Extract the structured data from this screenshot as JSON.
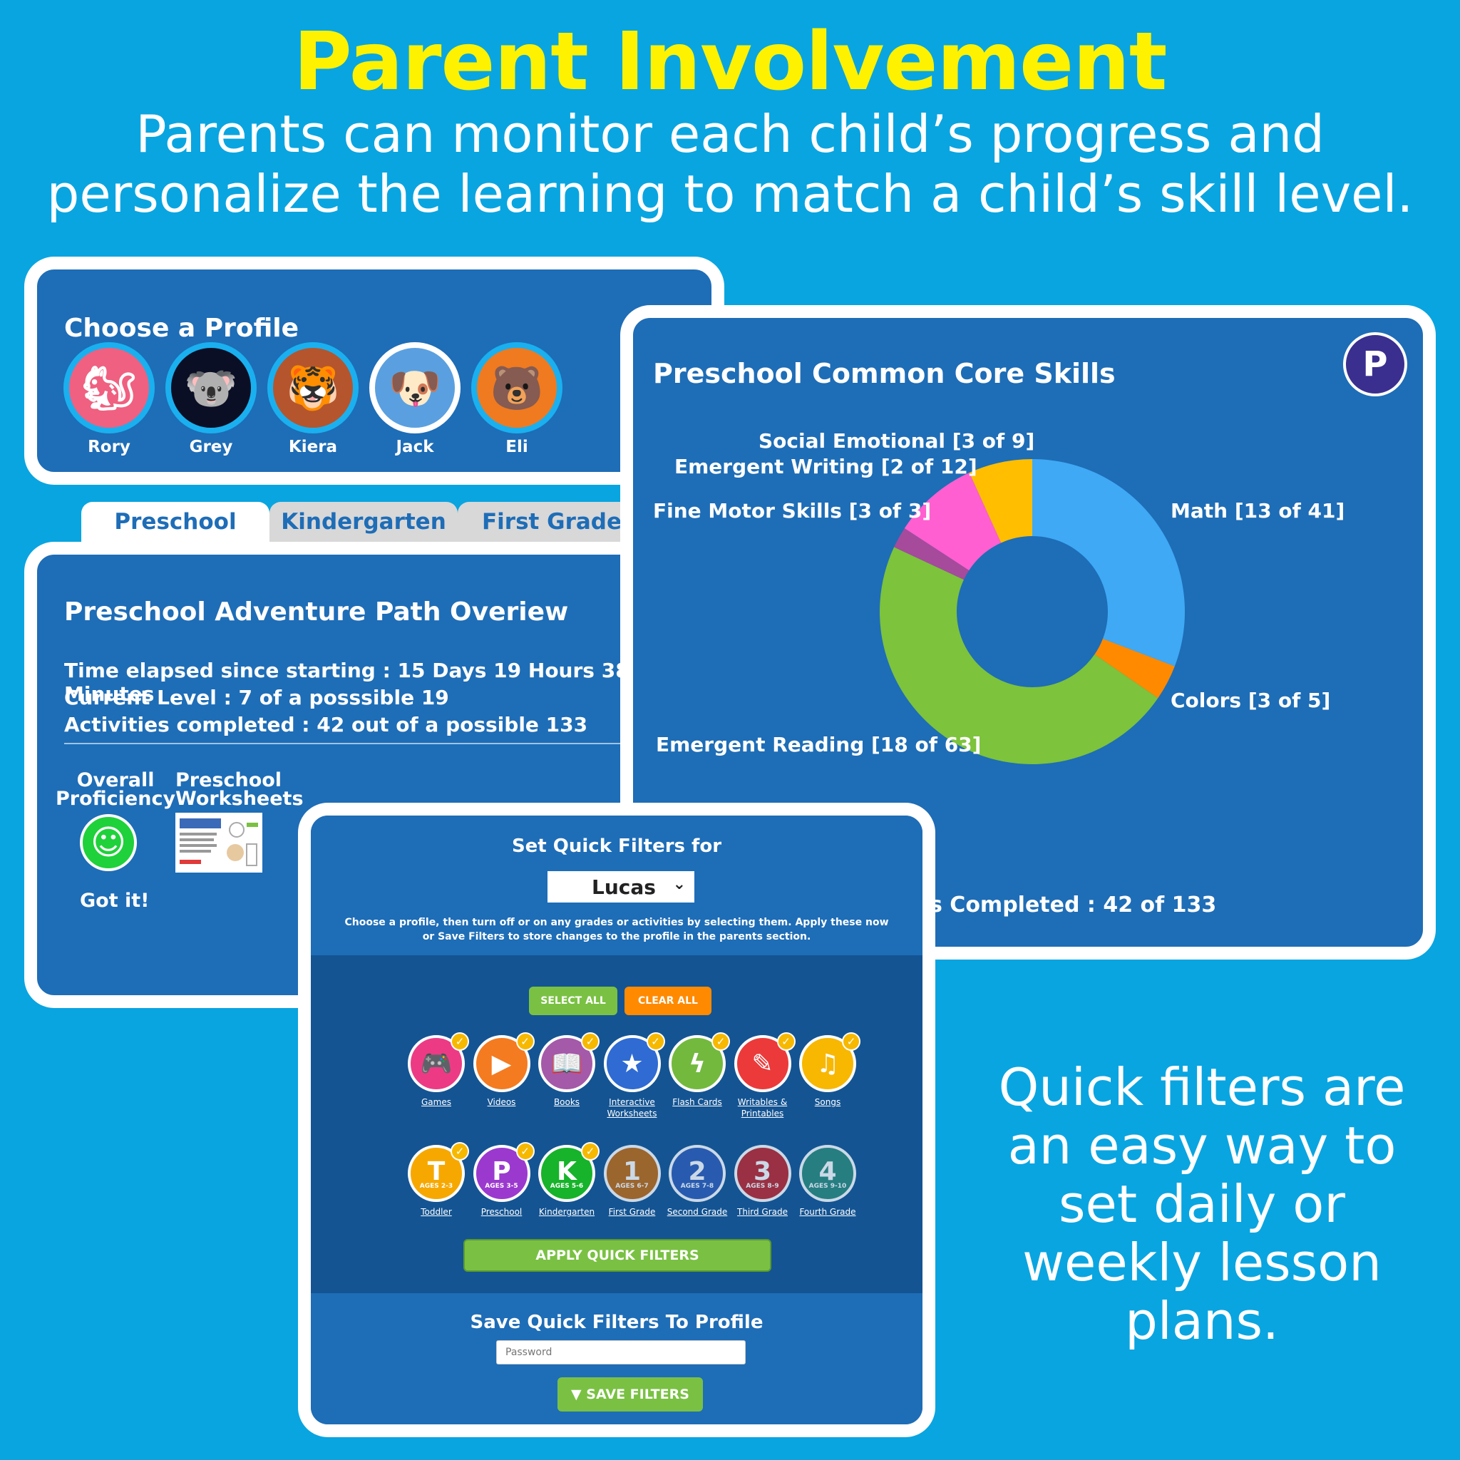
{
  "header": {
    "title": "Parent Involvement",
    "subtitle_line1": "Parents can monitor each child’s progress and",
    "subtitle_line2": "personalize the learning to match a child’s skill level."
  },
  "profiles": {
    "title": "Choose a Profile",
    "items": [
      {
        "name": "Rory",
        "color": "#f06080",
        "glyph": "🐿"
      },
      {
        "name": "Grey",
        "color": "#0b0f25",
        "glyph": "🐨"
      },
      {
        "name": "Kiera",
        "color": "#b5552e",
        "glyph": "🐯"
      },
      {
        "name": "Jack",
        "color": "#5aa0e0",
        "glyph": "🐶"
      },
      {
        "name": "Eli",
        "color": "#f07a20",
        "glyph": "🐻"
      }
    ]
  },
  "tabs": [
    {
      "label": "Preschool",
      "active": true
    },
    {
      "label": "Kindergarten",
      "active": false
    },
    {
      "label": "First Grade",
      "active": false
    }
  ],
  "overview": {
    "title": "Preschool Adventure Path Overiew",
    "time_elapsed": "Time elapsed since starting : 15 Days 19 Hours 38 Minutes",
    "current_level": "Current Level : 7 of a posssible 19",
    "activities": "Activities completed : 42 out of a possible 133",
    "proficiency_head_1": "Overall",
    "proficiency_head_2": "Proficiency",
    "worksheets_head_1": "Preschool",
    "worksheets_head_2": "Worksheets",
    "proficiency_value": "Got it!",
    "smile_glyph": "☺"
  },
  "skills": {
    "title": "Preschool Common Core Skills",
    "logo_letter": "P",
    "completed_partial": "s Completed : 42 of 133"
  },
  "chart_data": {
    "type": "pie",
    "title": "Preschool Common Core Skills",
    "series": [
      {
        "name": "Math [13 of 41]",
        "value": 41,
        "color": "#3fa9f5"
      },
      {
        "name": "Colors [3 of 5]",
        "value": 5,
        "color": "#ff8a00"
      },
      {
        "name": "Emergent Reading [18 of 63]",
        "value": 63,
        "color": "#7dc33b"
      },
      {
        "name": "Fine Motor Skills [3 of 3]",
        "value": 3,
        "color": "#a64a9c"
      },
      {
        "name": "Emergent Writing [2 of 12]",
        "value": 12,
        "color": "#ff5fd0"
      },
      {
        "name": "Social Emotional [3 of 9]",
        "value": 9,
        "color": "#ffbe00"
      }
    ],
    "donut": true
  },
  "filters": {
    "title": "Set Quick Filters for",
    "selected_profile": "Lucas",
    "chevron": "⌄",
    "help_line1": "Choose a profile, then turn off or on any grades or activities by selecting them. Apply these now",
    "help_line2": "or Save Filters to store changes to the profile in the parents section.",
    "select_all": "SELECT ALL",
    "clear_all": "CLEAR ALL",
    "activities": [
      {
        "label": "Games",
        "label2": "",
        "glyph": "🎮",
        "color": "#ec3b84",
        "checked": true
      },
      {
        "label": "Videos",
        "label2": "",
        "glyph": "▶",
        "color": "#f47b20",
        "checked": true
      },
      {
        "label": "Books",
        "label2": "",
        "glyph": "📖",
        "color": "#a45aa8",
        "checked": true
      },
      {
        "label": "Interactive",
        "label2": "Worksheets",
        "glyph": "★",
        "color": "#2f6bd3",
        "checked": true
      },
      {
        "label": "Flash Cards",
        "label2": "",
        "glyph": "ϟ",
        "color": "#73b93e",
        "checked": true
      },
      {
        "label": "Writables &",
        "label2": "Printables",
        "glyph": "✎",
        "color": "#ec3a3a",
        "checked": true
      },
      {
        "label": "Songs",
        "label2": "",
        "glyph": "♫",
        "color": "#f8b700",
        "checked": true
      }
    ],
    "grades": [
      {
        "label": "Toddler",
        "letter": "T",
        "ages": "AGES 2-3",
        "color": "#f6a800",
        "checked": true
      },
      {
        "label": "Preschool",
        "letter": "P",
        "ages": "AGES 3-5",
        "color": "#9b39cf",
        "checked": true
      },
      {
        "label": "Kindergarten",
        "letter": "K",
        "ages": "AGES 5-6",
        "color": "#17b32a",
        "checked": true
      },
      {
        "label": "First Grade",
        "letter": "1",
        "ages": "AGES 6-7",
        "color": "#c26a12",
        "checked": false
      },
      {
        "label": "Second Grade",
        "letter": "2",
        "ages": "AGES 7-8",
        "color": "#2e5db8",
        "checked": false
      },
      {
        "label": "Third Grade",
        "letter": "3",
        "ages": "AGES 8-9",
        "color": "#c0272d",
        "checked": false
      },
      {
        "label": "Fourth Grade",
        "letter": "4",
        "ages": "AGES 9-10",
        "color": "#2c8a7d",
        "checked": false
      }
    ],
    "check_glyph": "✓",
    "apply": "APPLY QUICK FILTERS",
    "save_title": "Save Quick Filters To Profile",
    "password_placeholder": "Password",
    "save": "▼ SAVE FILTERS"
  },
  "promo": {
    "line1": "Quick filters are",
    "line2": "an easy way to",
    "line3": "set daily or",
    "line4": "weekly lesson",
    "line5": "plans."
  }
}
